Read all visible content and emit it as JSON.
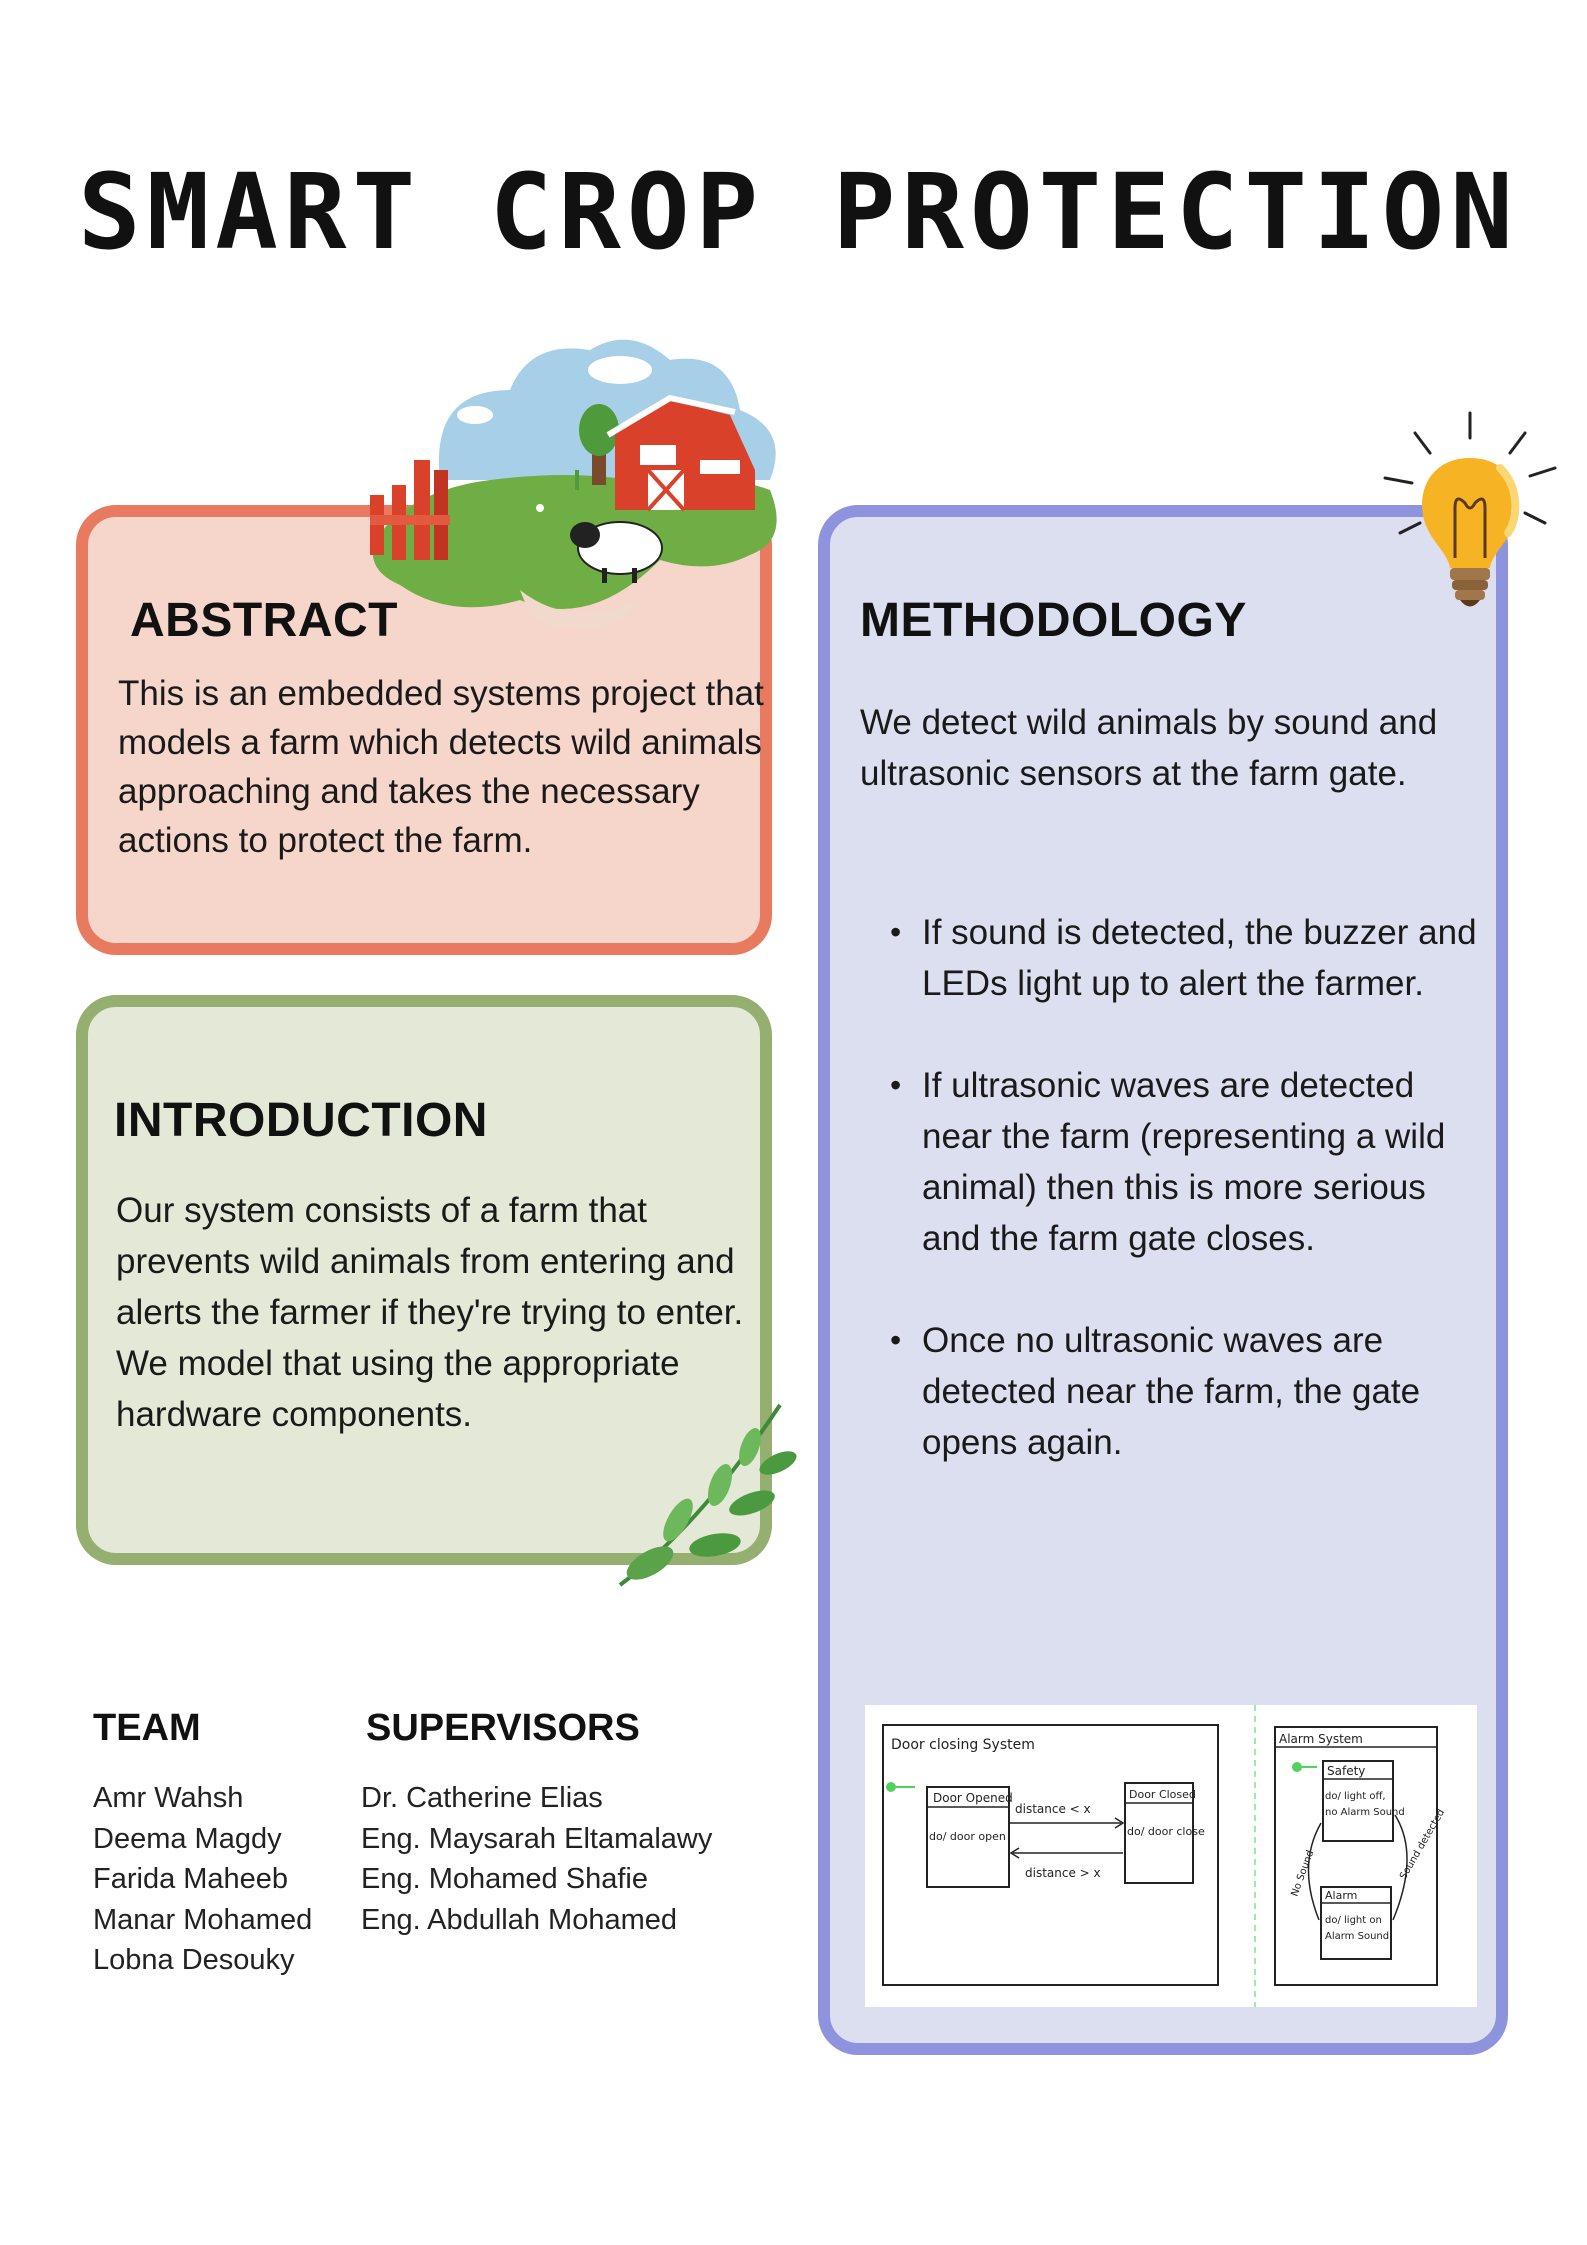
{
  "title": "SMART CROP PROTECTION",
  "abstract": {
    "heading": "ABSTRACT",
    "body": "This is an embedded systems project that models a farm which detects wild animals approaching and takes the necessary actions to protect the farm."
  },
  "introduction": {
    "heading": "INTRODUCTION",
    "body": "Our system consists of a farm that prevents wild animals from entering and alerts the farmer if they're trying to enter. We model that using the appropriate hardware components."
  },
  "methodology": {
    "heading": "METHODOLOGY",
    "intro": "We detect wild animals by sound and ultrasonic sensors at the farm gate.",
    "bullets": [
      "If sound is detected, the buzzer and LEDs light up to alert the farmer.",
      "If ultrasonic waves are detected near the farm (representing a wild animal) then this is more serious and the farm gate closes.",
      "Once no ultrasonic waves are detected near the farm, the gate opens again."
    ],
    "diagrams": {
      "door": {
        "title": "Door closing System",
        "state_open": "Door Opened",
        "state_open_action": "do/ door open",
        "state_closed": "Door Closed",
        "state_closed_action": "do/ door close",
        "transition_close": "distance < x",
        "transition_open": "distance > x"
      },
      "alarm": {
        "title": "Alarm System",
        "state_safety": "Safety",
        "state_safety_action1": "do/ light off,",
        "state_safety_action2": "no Alarm Sound",
        "state_alarm": "Alarm",
        "state_alarm_action1": "do/ light on",
        "state_alarm_action2": "Alarm Sound",
        "transition_no_sound": "No Sound",
        "transition_sound": "Sound detected"
      }
    }
  },
  "team": {
    "heading": "TEAM",
    "members": [
      "Amr Wahsh",
      "Deema Magdy",
      "Farida Maheeb",
      "Manar Mohamed",
      "Lobna Desouky"
    ]
  },
  "supervisors": {
    "heading": "SUPERVISORS",
    "members": [
      "Dr. Catherine Elias",
      "Eng. Maysarah Eltamalawy",
      "Eng. Mohamed Shafie",
      "Eng. Abdullah Mohamed"
    ]
  },
  "colors": {
    "abstract_bg": "#f6d5cb",
    "abstract_border": "#e87a5f",
    "intro_bg": "#e4e8d7",
    "intro_border": "#95af70",
    "method_bg": "#dcdff0",
    "method_border": "#8d93dc"
  }
}
